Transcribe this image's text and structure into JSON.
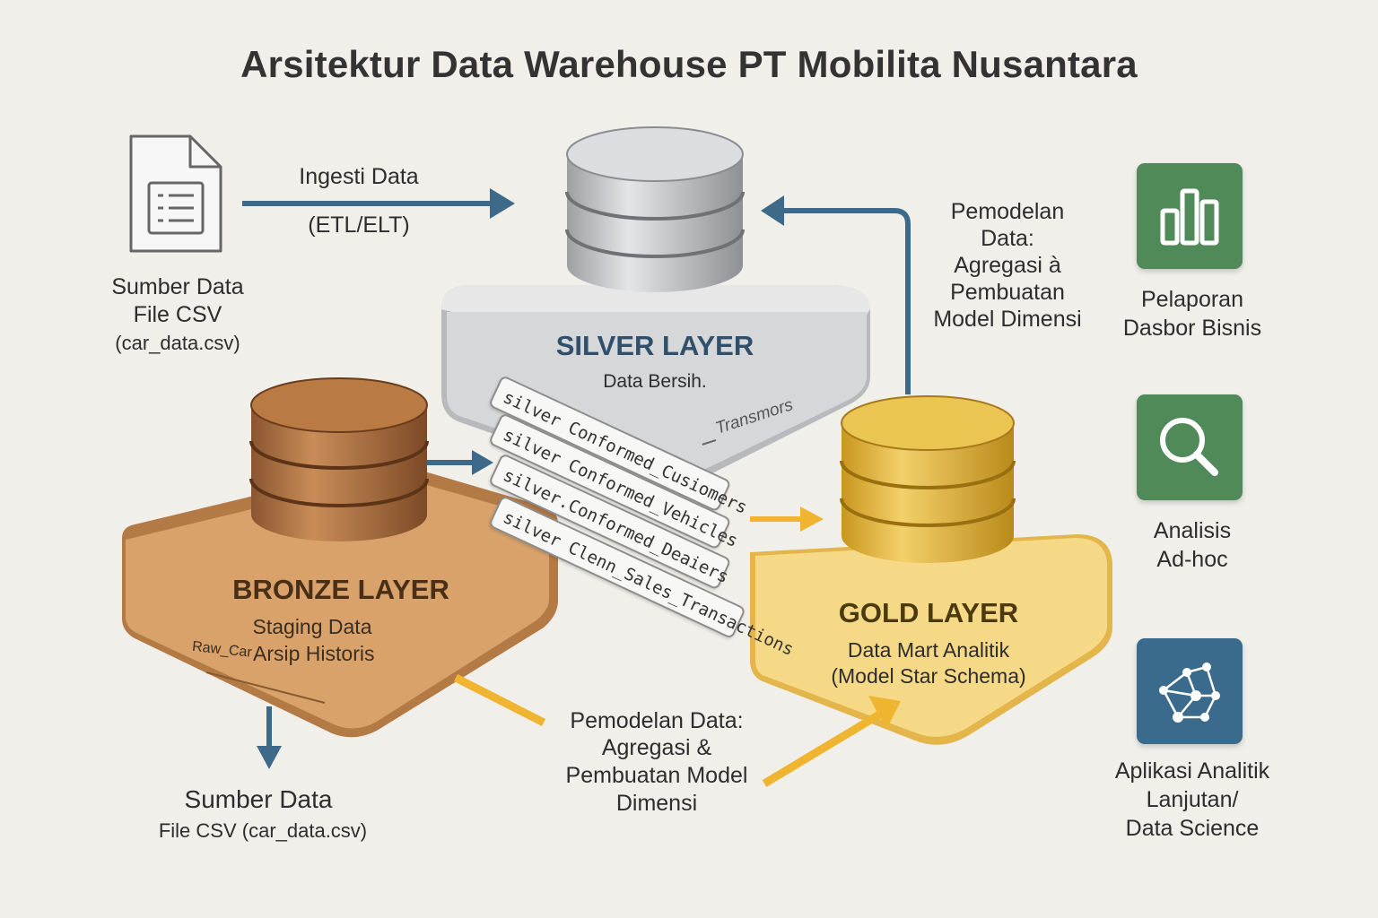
{
  "title": "Arsitektur Data Warehouse PT Mobilita Nusantara",
  "source_top": {
    "line1": "Sumber Data",
    "line2": "File CSV",
    "line3": "(car_data.csv)",
    "icon": "document-icon"
  },
  "ingest_arrow": {
    "label1": "Ingesti Data",
    "label2": "(ETL/ELT)"
  },
  "silver": {
    "title": "SILVER LAYER",
    "subtitle": "Data Bersih.",
    "transform_label": "Transmors",
    "color": "#c9cacc",
    "title_color": "#2f4f6b"
  },
  "silver_tables": [
    "silver Conformed_Cusiomers",
    "silver Conformed_Vehicles",
    "silver.Conformed_Deaiers",
    "silver Clenn_Sales_Transactions"
  ],
  "bronze": {
    "title": "BRONZE LAYER",
    "sub1": "Staging Data",
    "sub2": "Arsip Historis",
    "prefix": "Raw_Car",
    "color": "#d8a06a",
    "title_color": "#4a2f17"
  },
  "gold": {
    "title": "GOLD LAYER",
    "sub1": "Data Mart Analitik",
    "sub2": "(Model Star Schema)",
    "color": "#f0cd62",
    "title_color": "#4a3a0e"
  },
  "modeling_right": {
    "line1": "Pemodelan",
    "line2": "Data:",
    "line3": "Agregasi à",
    "line4": "Pembuatan",
    "line5": "Model Dimensi"
  },
  "modeling_bottom": {
    "line1": "Pemodelan Data:",
    "line2": "Agregasi &",
    "line3": "Pembuatan Model",
    "line4": "Dimensi"
  },
  "source_bottom": {
    "line1": "Sumber Data",
    "line2": "File CSV (car_data.csv)"
  },
  "apps": [
    {
      "icon": "bar-chart-icon",
      "line1": "Pelaporan",
      "line2": "Dasbor Bisnis",
      "line3": "",
      "color": "#4f8a58"
    },
    {
      "icon": "magnifier-icon",
      "line1": "Analisis",
      "line2": "Ad-hoc",
      "line3": "",
      "color": "#4f8a58"
    },
    {
      "icon": "network-icon",
      "line1": "Aplikasi Analitik",
      "line2": "Lanjutan/",
      "line3": "Data Science",
      "color": "#3b6b8c"
    }
  ],
  "colors": {
    "background": "#f1efea",
    "arrow_blue": "#3e6a8a",
    "arrow_orange": "#f0b530"
  }
}
